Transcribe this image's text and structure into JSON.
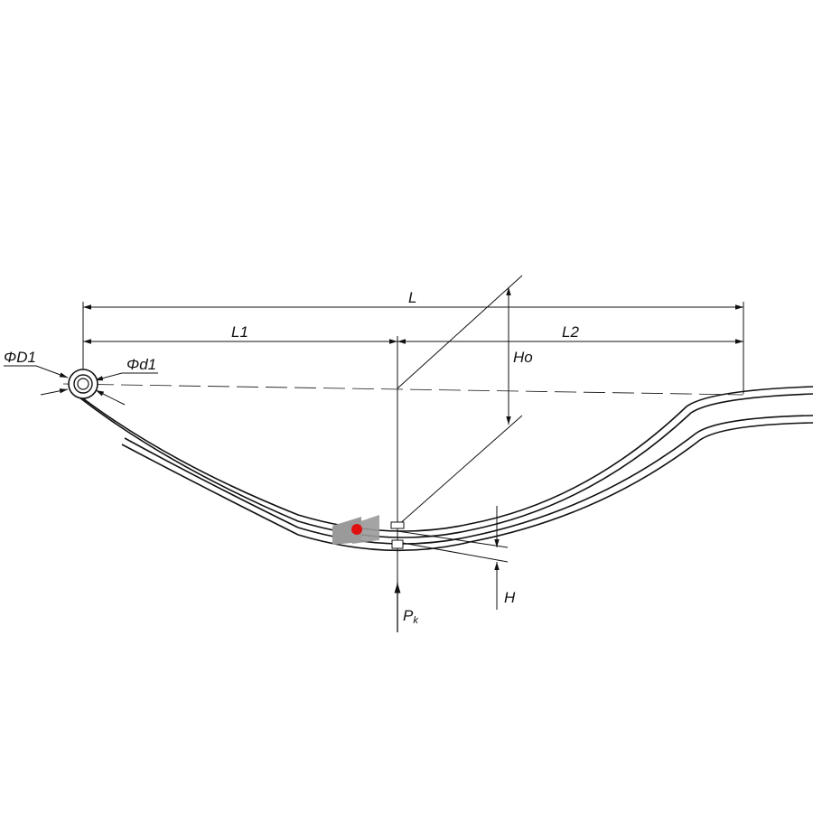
{
  "title": "Leaf spring drawing",
  "labels": {
    "L": "L",
    "L1": "L1",
    "L2": "L2",
    "Ho": "Ho",
    "H": "H",
    "Pk_main": "P",
    "Pk_sub": "k",
    "D1": "ΦD1",
    "d1": "Φd1"
  },
  "colors": {
    "line": "#111111",
    "clamp": "#9a9a9a",
    "marker": "#e01010"
  }
}
